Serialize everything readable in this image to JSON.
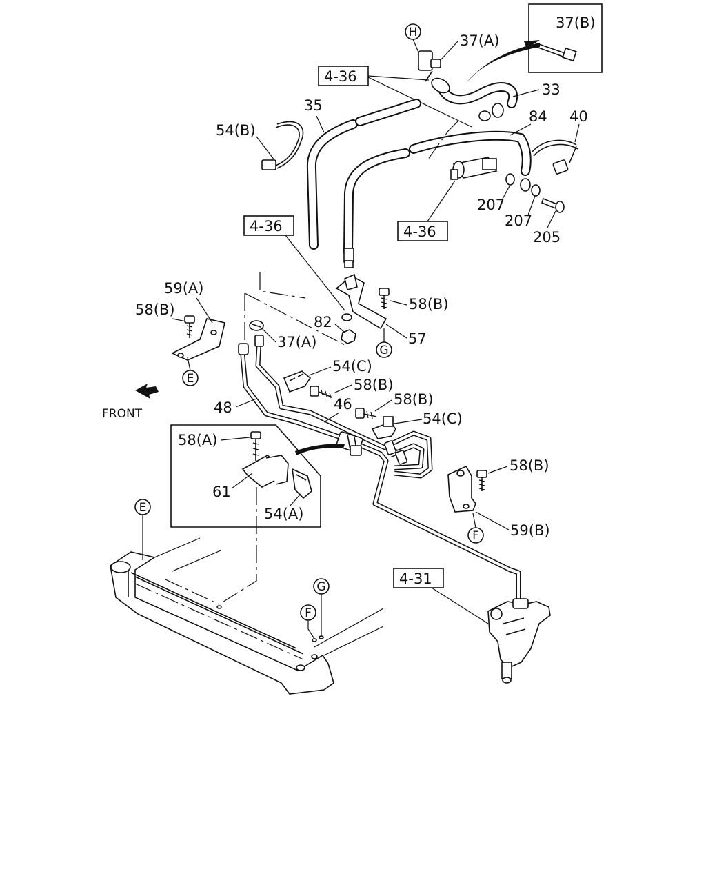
{
  "refs": {
    "r1": "4-36",
    "r2": "4-36",
    "r3": "4-36",
    "r4": "4-31"
  },
  "parts": {
    "p37b": "37(B)",
    "p37a_top": "37(A)",
    "p33": "33",
    "p35": "35",
    "p84": "84",
    "p40": "40",
    "p54b": "54(B)",
    "p207a": "207",
    "p207b": "207",
    "p205": "205",
    "p59a": "59(A)",
    "p58b_1": "58(B)",
    "p58b_2": "58(B)",
    "p82": "82",
    "p37a_mid": "37(A)",
    "p57": "57",
    "p54c_1": "54(C)",
    "p58b_3": "58(B)",
    "p58b_4": "58(B)",
    "p54c_2": "54(C)",
    "p48": "48",
    "p46": "46",
    "p58a": "58(A)",
    "p61": "61",
    "p54a": "54(A)",
    "p58b_5": "58(B)",
    "p59b": "59(B)"
  },
  "markers": {
    "H": "H",
    "E_top": "E",
    "G_top": "G",
    "E_bottom": "E",
    "F_top": "F",
    "F_bottom": "F",
    "G_bottom": "G"
  },
  "front_label": "FRONT"
}
